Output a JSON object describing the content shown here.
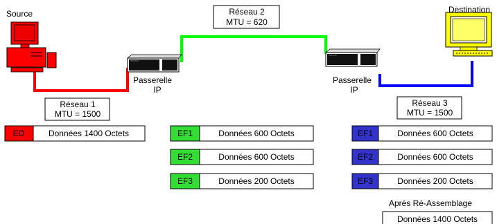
{
  "labels": {
    "source": "Source",
    "destination": "Destination",
    "gateway1": [
      "Passerelle",
      "IP"
    ],
    "gateway2": [
      "Passerelle",
      "IP"
    ]
  },
  "networks": [
    {
      "name": "Réseau 1",
      "mtu": "MTU = 1500",
      "color": "#ff0000"
    },
    {
      "name": "Réseau 2",
      "mtu": "MTU = 620",
      "color": "#00ff00"
    },
    {
      "name": "Réseau 3",
      "mtu": "MTU = 1500",
      "color": "#0000ff"
    }
  ],
  "packets": {
    "source": {
      "header": "ED",
      "header_color": "#ff0000",
      "data": "Données 1400 Octets"
    },
    "fragments_net2": [
      {
        "header": "EF1",
        "data": "Données 600 Octets"
      },
      {
        "header": "EF2",
        "data": "Données 600 Octets"
      },
      {
        "header": "EF3",
        "data": "Données 200 Octets"
      }
    ],
    "fragments_net2_color": "#33dd33",
    "fragments_net3": [
      {
        "header": "EF1",
        "data": "Données 600 Octets"
      },
      {
        "header": "EF2",
        "data": "Données 600 Octets"
      },
      {
        "header": "EF3",
        "data": "Données 200 Octets"
      }
    ],
    "fragments_net3_color": "#3333cc"
  },
  "reassembly": {
    "label": "Après Ré-Assemblage",
    "data": "Données 1400 Octets"
  }
}
